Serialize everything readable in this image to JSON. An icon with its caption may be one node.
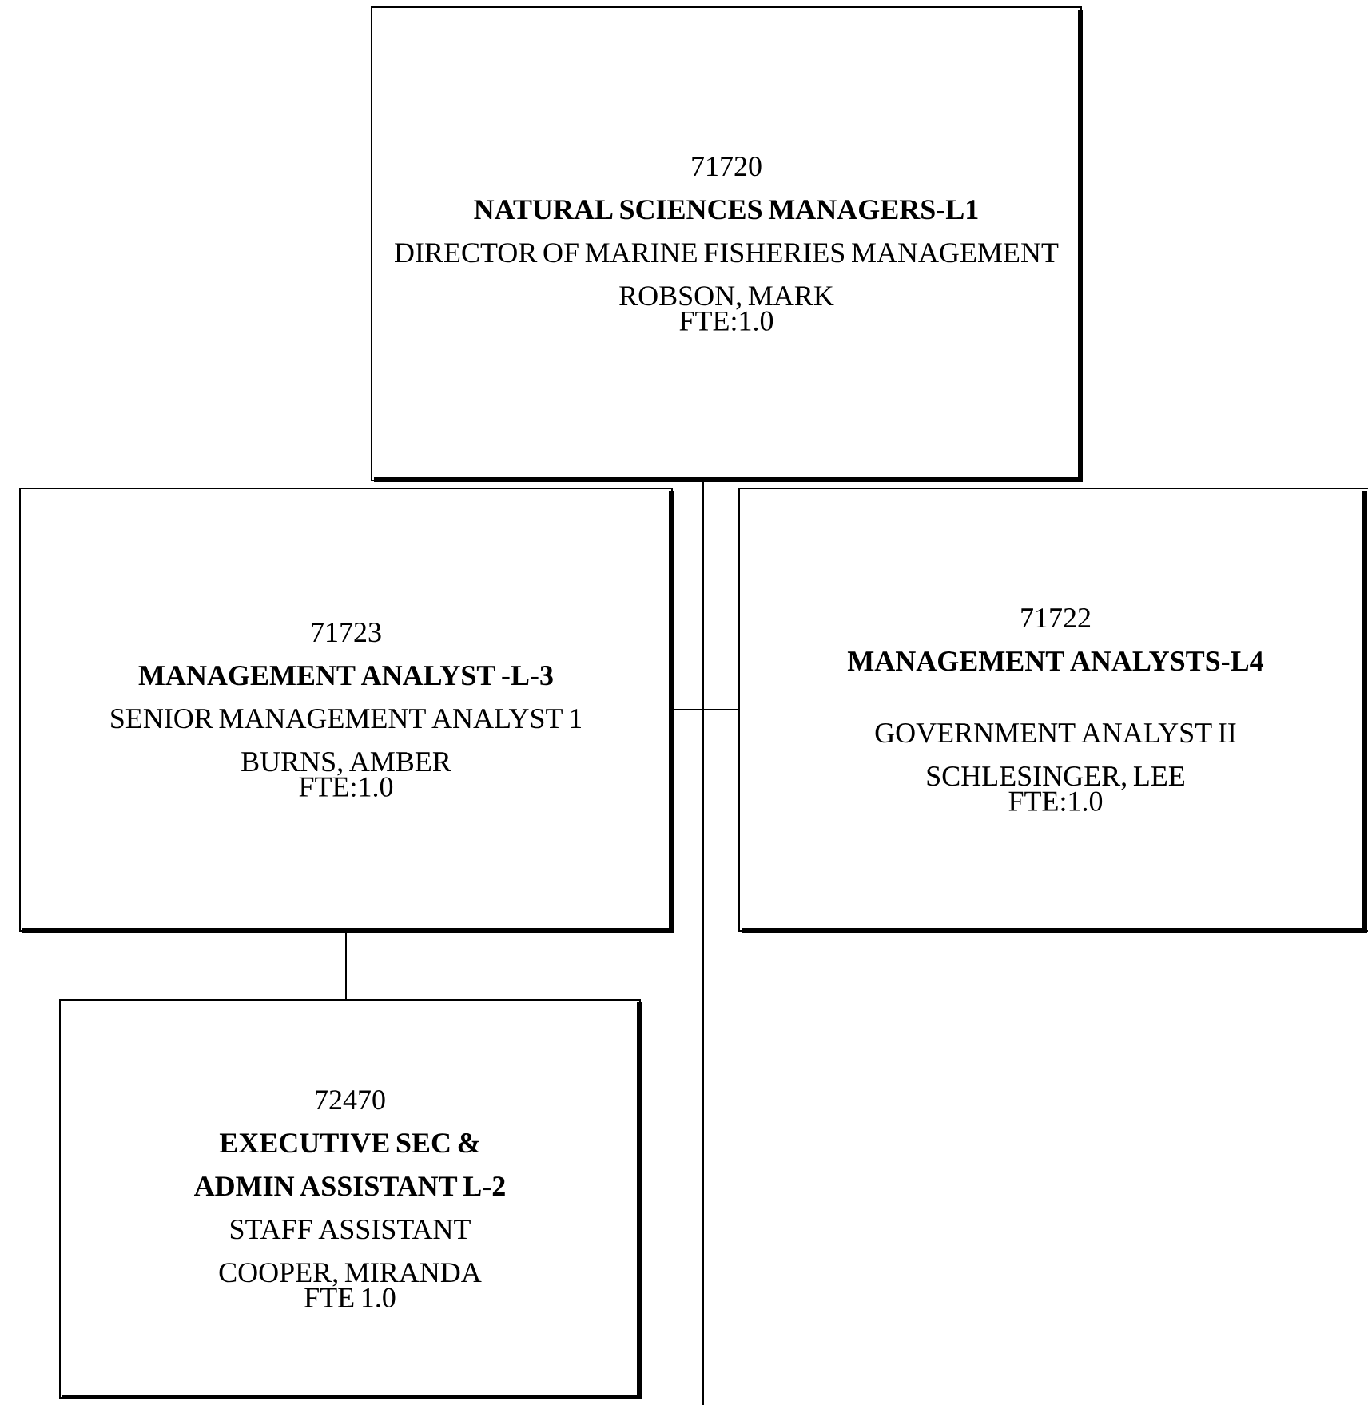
{
  "diagram": {
    "nodes": [
      {
        "text": [
          "71720",
          "NATURAL SCIENCES MANAGERS-L1",
          "DIRECTOR OF MARINE FISHERIES MANAGEMENT",
          "ROBSON, MARK",
          "FTE:1.0"
        ]
      },
      {
        "text": [
          "71723",
          "MANAGEMENT ANALYST -L-3",
          "SENIOR MANAGEMENT ANALYST 1",
          "BURNS, AMBER",
          "FTE:1.0"
        ]
      },
      {
        "text": [
          "71722",
          "MANAGEMENT ANALYSTS-L4",
          "GOVERNMENT ANALYST II",
          "SCHLESINGER, LEE",
          "FTE:1.0"
        ]
      },
      {
        "text": [
          "72470",
          "EXECUTIVE SEC & ADMIN ASSISTANT L-2",
          "STAFF ASSISTANT",
          "COOPER, MIRANDA",
          "FTE 1.0"
        ]
      }
    ],
    "edges": [
      {
        "from": 0,
        "to": 1,
        "arrow": "none"
      },
      {
        "from": 0,
        "to": 2,
        "arrow": "none"
      },
      {
        "from": 1,
        "to": 3,
        "arrow": "none"
      },
      {
        "from": 0,
        "to": null,
        "arrow": "none"
      }
    ]
  }
}
